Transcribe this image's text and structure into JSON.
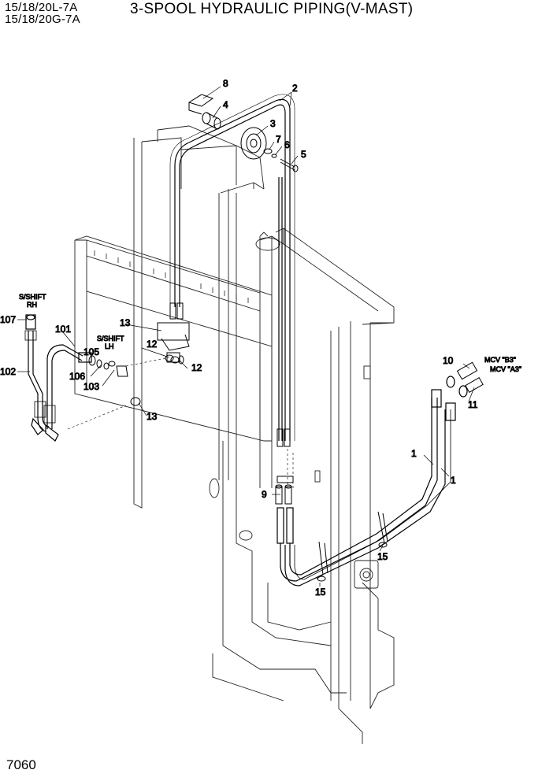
{
  "header": {
    "model_line_1": "15/18/20L-7A",
    "model_line_2": "15/18/20G-7A",
    "title": "3-SPOOL HYDRAULIC PIPING(V-MAST)"
  },
  "footer": {
    "page_number": "7060"
  },
  "callouts": {
    "c8": "8",
    "c2": "2",
    "c4": "4",
    "c3": "3",
    "c7": "7",
    "c6": "6",
    "c5": "5",
    "c107": "107",
    "c101": "101",
    "c13a": "13",
    "c12a": "12",
    "c12b": "12",
    "c105": "105",
    "c106": "106",
    "c103": "103",
    "c102": "102",
    "c13b": "13",
    "c10": "10",
    "c11": "11",
    "c1a": "1",
    "c1b": "1",
    "c9": "9",
    "c15a": "15",
    "c15b": "15"
  },
  "notes": {
    "sshift_rh_1": "S/SHIFT",
    "sshift_rh_2": "RH",
    "sshift_lh_1": "S/SHIFT",
    "sshift_lh_2": "LH",
    "mcv_b3": "MCV \"B3\"",
    "mcv_a3": "MCV \"A3\""
  }
}
